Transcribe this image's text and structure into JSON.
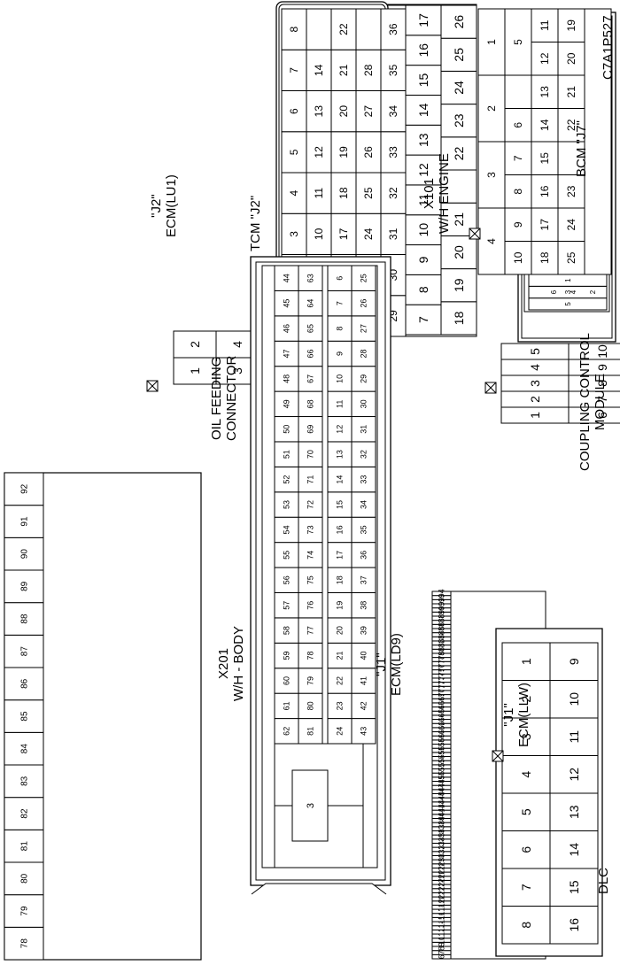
{
  "figure_id": "C7A1P527",
  "connectors": {
    "ecm_lu1": {
      "name": "\"J2\"",
      "sub": "ECM(LU1)"
    },
    "tcm_j2": {
      "name": "TCM \"J2\""
    },
    "x101": {
      "name": "X101",
      "sub": "W/H ENGINE"
    },
    "bcm_j7": {
      "name": "BCM \"J7\""
    },
    "oil_feeding": {
      "name": "OIL FEEDING",
      "sub": "CONNECTOR"
    },
    "coupling": {
      "name": "COUPLING CONTROL",
      "sub": "MODULE"
    },
    "ecm_ld9": {
      "name": "\"J1\"",
      "sub": "ECM(LD9)"
    },
    "x201": {
      "name": "X201",
      "sub": "W/H - BODY"
    },
    "ecm_llw": {
      "name": "\"J1\"",
      "sub": "ECM(LLW)"
    },
    "dlc": {
      "name": "DLC"
    }
  }
}
